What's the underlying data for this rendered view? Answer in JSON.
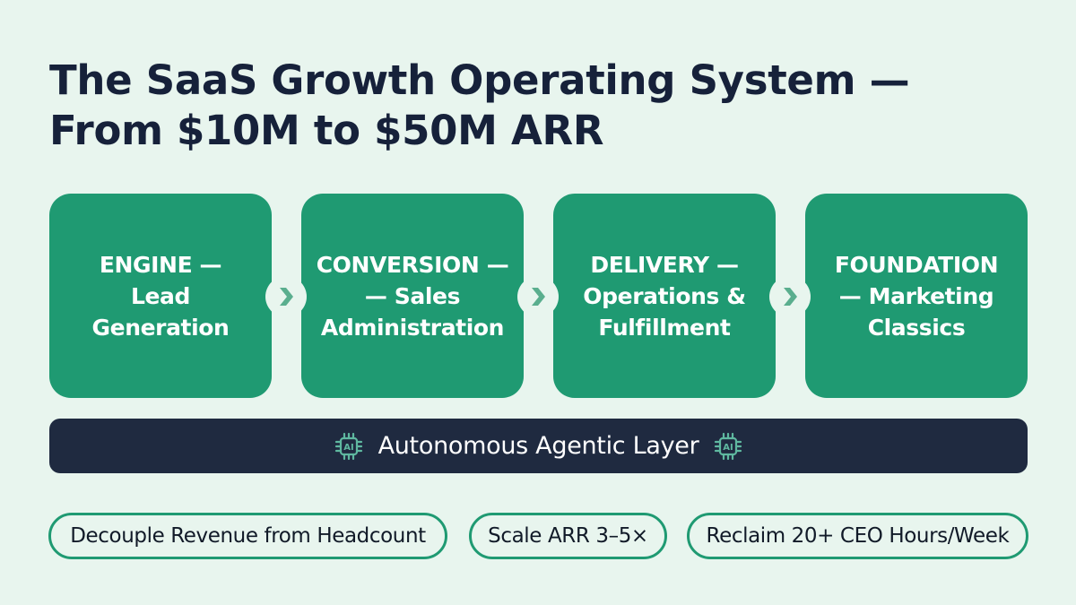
{
  "title": {
    "line1": "The SaaS Growth Operating System —",
    "line2": "From $10M to $50M ARR"
  },
  "colors": {
    "background": "#e8f5ee",
    "card": "#1f9a72",
    "title_text": "#16213a",
    "layer_bar": "#1f2a40",
    "ai_icon": "#5fb8a0",
    "connector_chevron": "#5aae8e"
  },
  "stages": [
    {
      "line1": "ENGINE —",
      "line2": "Lead",
      "line3": "Generation"
    },
    {
      "line1": "CONVERSION —",
      "line2": "— Sales",
      "line3": "Administration"
    },
    {
      "line1": "DELIVERY —",
      "line2": "Operations &",
      "line3": "Fulfillment"
    },
    {
      "line1": "FOUNDATION",
      "line2": "— Marketing",
      "line3": "Classics"
    }
  ],
  "connectors": [
    {
      "icon": "chevron-right-icon"
    },
    {
      "icon": "chevron-right-icon"
    },
    {
      "icon": "chevron-right-icon"
    }
  ],
  "layer": {
    "label": "Autonomous Agentic Layer",
    "icon": "ai-chip-icon",
    "icon_text": "AI"
  },
  "outcomes": [
    {
      "label": "Decouple Revenue from Headcount"
    },
    {
      "label": "Scale ARR 3–5×"
    },
    {
      "label": "Reclaim 20+ CEO Hours/Week"
    }
  ]
}
